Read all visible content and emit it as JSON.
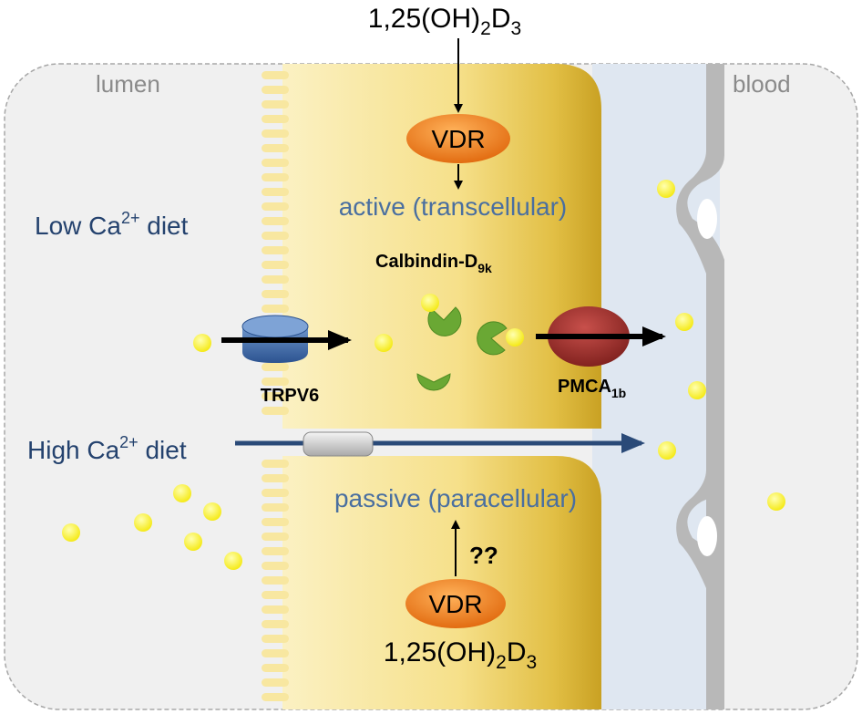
{
  "labels": {
    "lumen": "lumen",
    "blood": "blood",
    "low_diet_prefix": "Low Ca",
    "low_diet_sup": "2+",
    "low_diet_suffix": " diet",
    "high_diet_prefix": "High Ca",
    "high_diet_sup": "2+",
    "high_diet_suffix": " diet",
    "vitd_top_main": "1,25(OH)",
    "vitd_top_sub": "2",
    "vitd_top_d": "D",
    "vitd_top_sub2": "3",
    "vitd_bottom_main": "1,25(OH)",
    "vitd_bottom_sub": "2",
    "vitd_bottom_d": "D",
    "vitd_bottom_sub2": "3",
    "vdr_top": "VDR",
    "vdr_bottom": "VDR",
    "active": "active (transcellular)",
    "passive": "passive (paracellular)",
    "calbindin_main": "Calbindin-D",
    "calbindin_sub": "9k",
    "trpv6": "TRPV6",
    "pmca_main": "PMCA",
    "pmca_sub": "1b",
    "unknown": "??"
  },
  "colors": {
    "background": "#f0f0f0",
    "blood_side": "#dfe7f1",
    "cell_light": "#f9eaa8",
    "cell_dark": "#c9a62a",
    "vdr": "#f07e16",
    "trpv6": "#3d68a3",
    "pmca": "#a3312d",
    "calbindin": "#6aa834",
    "calcium": "#fdf53a",
    "text_blue": "#4a6fa0",
    "text_navy": "#24426e",
    "text_gray": "#8a8a8a",
    "arrow": "#000000",
    "para_arrow": "#2a4a78"
  }
}
